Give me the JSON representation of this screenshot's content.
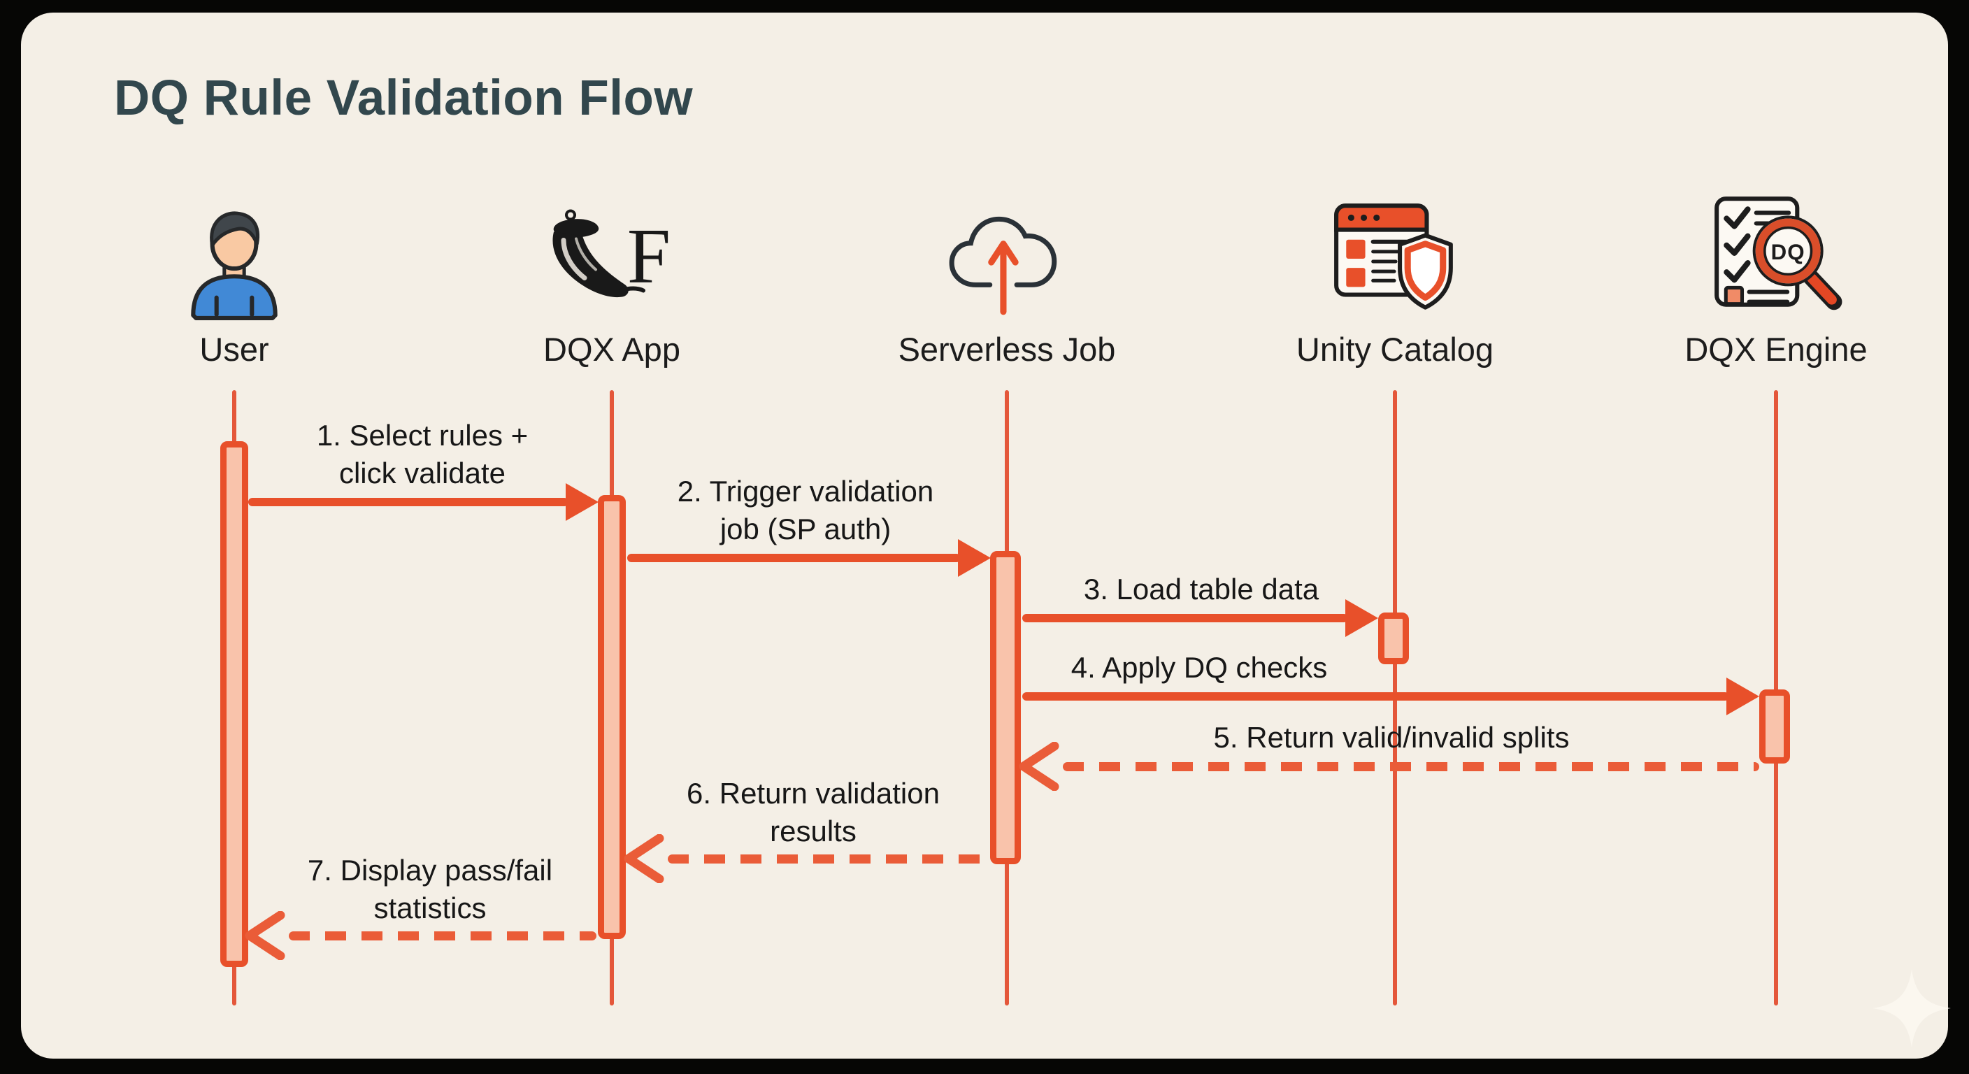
{
  "title": "DQ Rule Validation Flow",
  "diagram_type": "sequence-diagram",
  "colors": {
    "canvas_background": "#060605",
    "card_background": "#f4efe6",
    "accent_orange": "#e8502a",
    "activation_bar_fill": "#f9c3ab",
    "dashed_line_orange": "#ea5c38",
    "title_text": "#32474d",
    "body_text": "#171717",
    "user_shirt_blue": "#4189d6",
    "user_skin": "#f9c9a3",
    "icon_outline": "#1d1d1d"
  },
  "actors": [
    {
      "id": "user",
      "label": "User",
      "icon": "person-icon"
    },
    {
      "id": "dqx-app",
      "label": "DQX App",
      "icon": "flask-icon"
    },
    {
      "id": "serverless-job",
      "label": "Serverless Job",
      "icon": "cloud-upload-icon"
    },
    {
      "id": "unity-catalog",
      "label": "Unity Catalog",
      "icon": "catalog-shield-icon"
    },
    {
      "id": "dqx-engine",
      "label": "DQX Engine",
      "icon": "checklist-magnifier-icon"
    }
  ],
  "messages": [
    {
      "num": 1,
      "label": "1. Select rules + click validate",
      "lines": [
        "1. Select rules +",
        "click validate"
      ],
      "from": "User",
      "to": "DQX App",
      "style": "solid"
    },
    {
      "num": 2,
      "label": "2. Trigger validation job (SP auth)",
      "lines": [
        "2. Trigger validation",
        "job (SP auth)"
      ],
      "from": "DQX App",
      "to": "Serverless Job",
      "style": "solid"
    },
    {
      "num": 3,
      "label": "3. Load table data",
      "lines": [
        "3. Load table data"
      ],
      "from": "Serverless Job",
      "to": "Unity Catalog",
      "style": "solid"
    },
    {
      "num": 4,
      "label": "4. Apply DQ checks",
      "lines": [
        "4. Apply DQ checks"
      ],
      "from": "Serverless Job",
      "to": "DQX Engine",
      "style": "solid"
    },
    {
      "num": 5,
      "label": "5. Return valid/invalid splits",
      "lines": [
        "5. Return valid/invalid splits"
      ],
      "from": "DQX Engine",
      "to": "Serverless Job",
      "style": "dashed"
    },
    {
      "num": 6,
      "label": "6. Return validation results",
      "lines": [
        "6. Return validation",
        "results"
      ],
      "from": "Serverless Job",
      "to": "DQX App",
      "style": "dashed"
    },
    {
      "num": 7,
      "label": "7. Display pass/fail statistics",
      "lines": [
        "7. Display pass/fail",
        "statistics"
      ],
      "from": "DQX App",
      "to": "User",
      "style": "dashed"
    }
  ],
  "icon_texts": {
    "flask_letter": "F",
    "magnifier_label": "DQ"
  }
}
